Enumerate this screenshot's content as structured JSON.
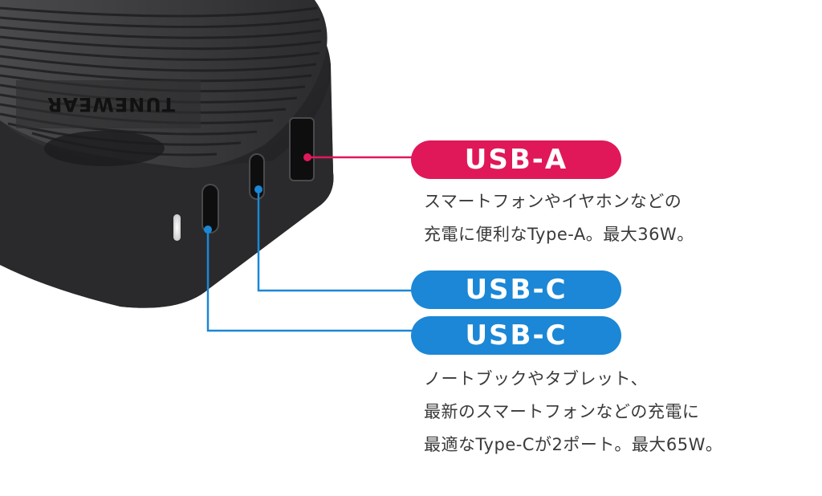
{
  "product": {
    "brand_logo": "TUNEWEAR"
  },
  "callouts": [
    {
      "label": "USB-A",
      "color": "#e0185a",
      "description": [
        "スマートフォンやイヤホンなどの",
        "充電に便利なType-A。最大36W。"
      ]
    },
    {
      "label": "USB-C",
      "color": "#1b87d6"
    },
    {
      "label": "USB-C",
      "color": "#1b87d6",
      "description": [
        "ノートブックやタブレット、",
        "最新のスマートフォンなどの充電に",
        "最適なType-Cが2ポート。最大65W。"
      ]
    }
  ]
}
